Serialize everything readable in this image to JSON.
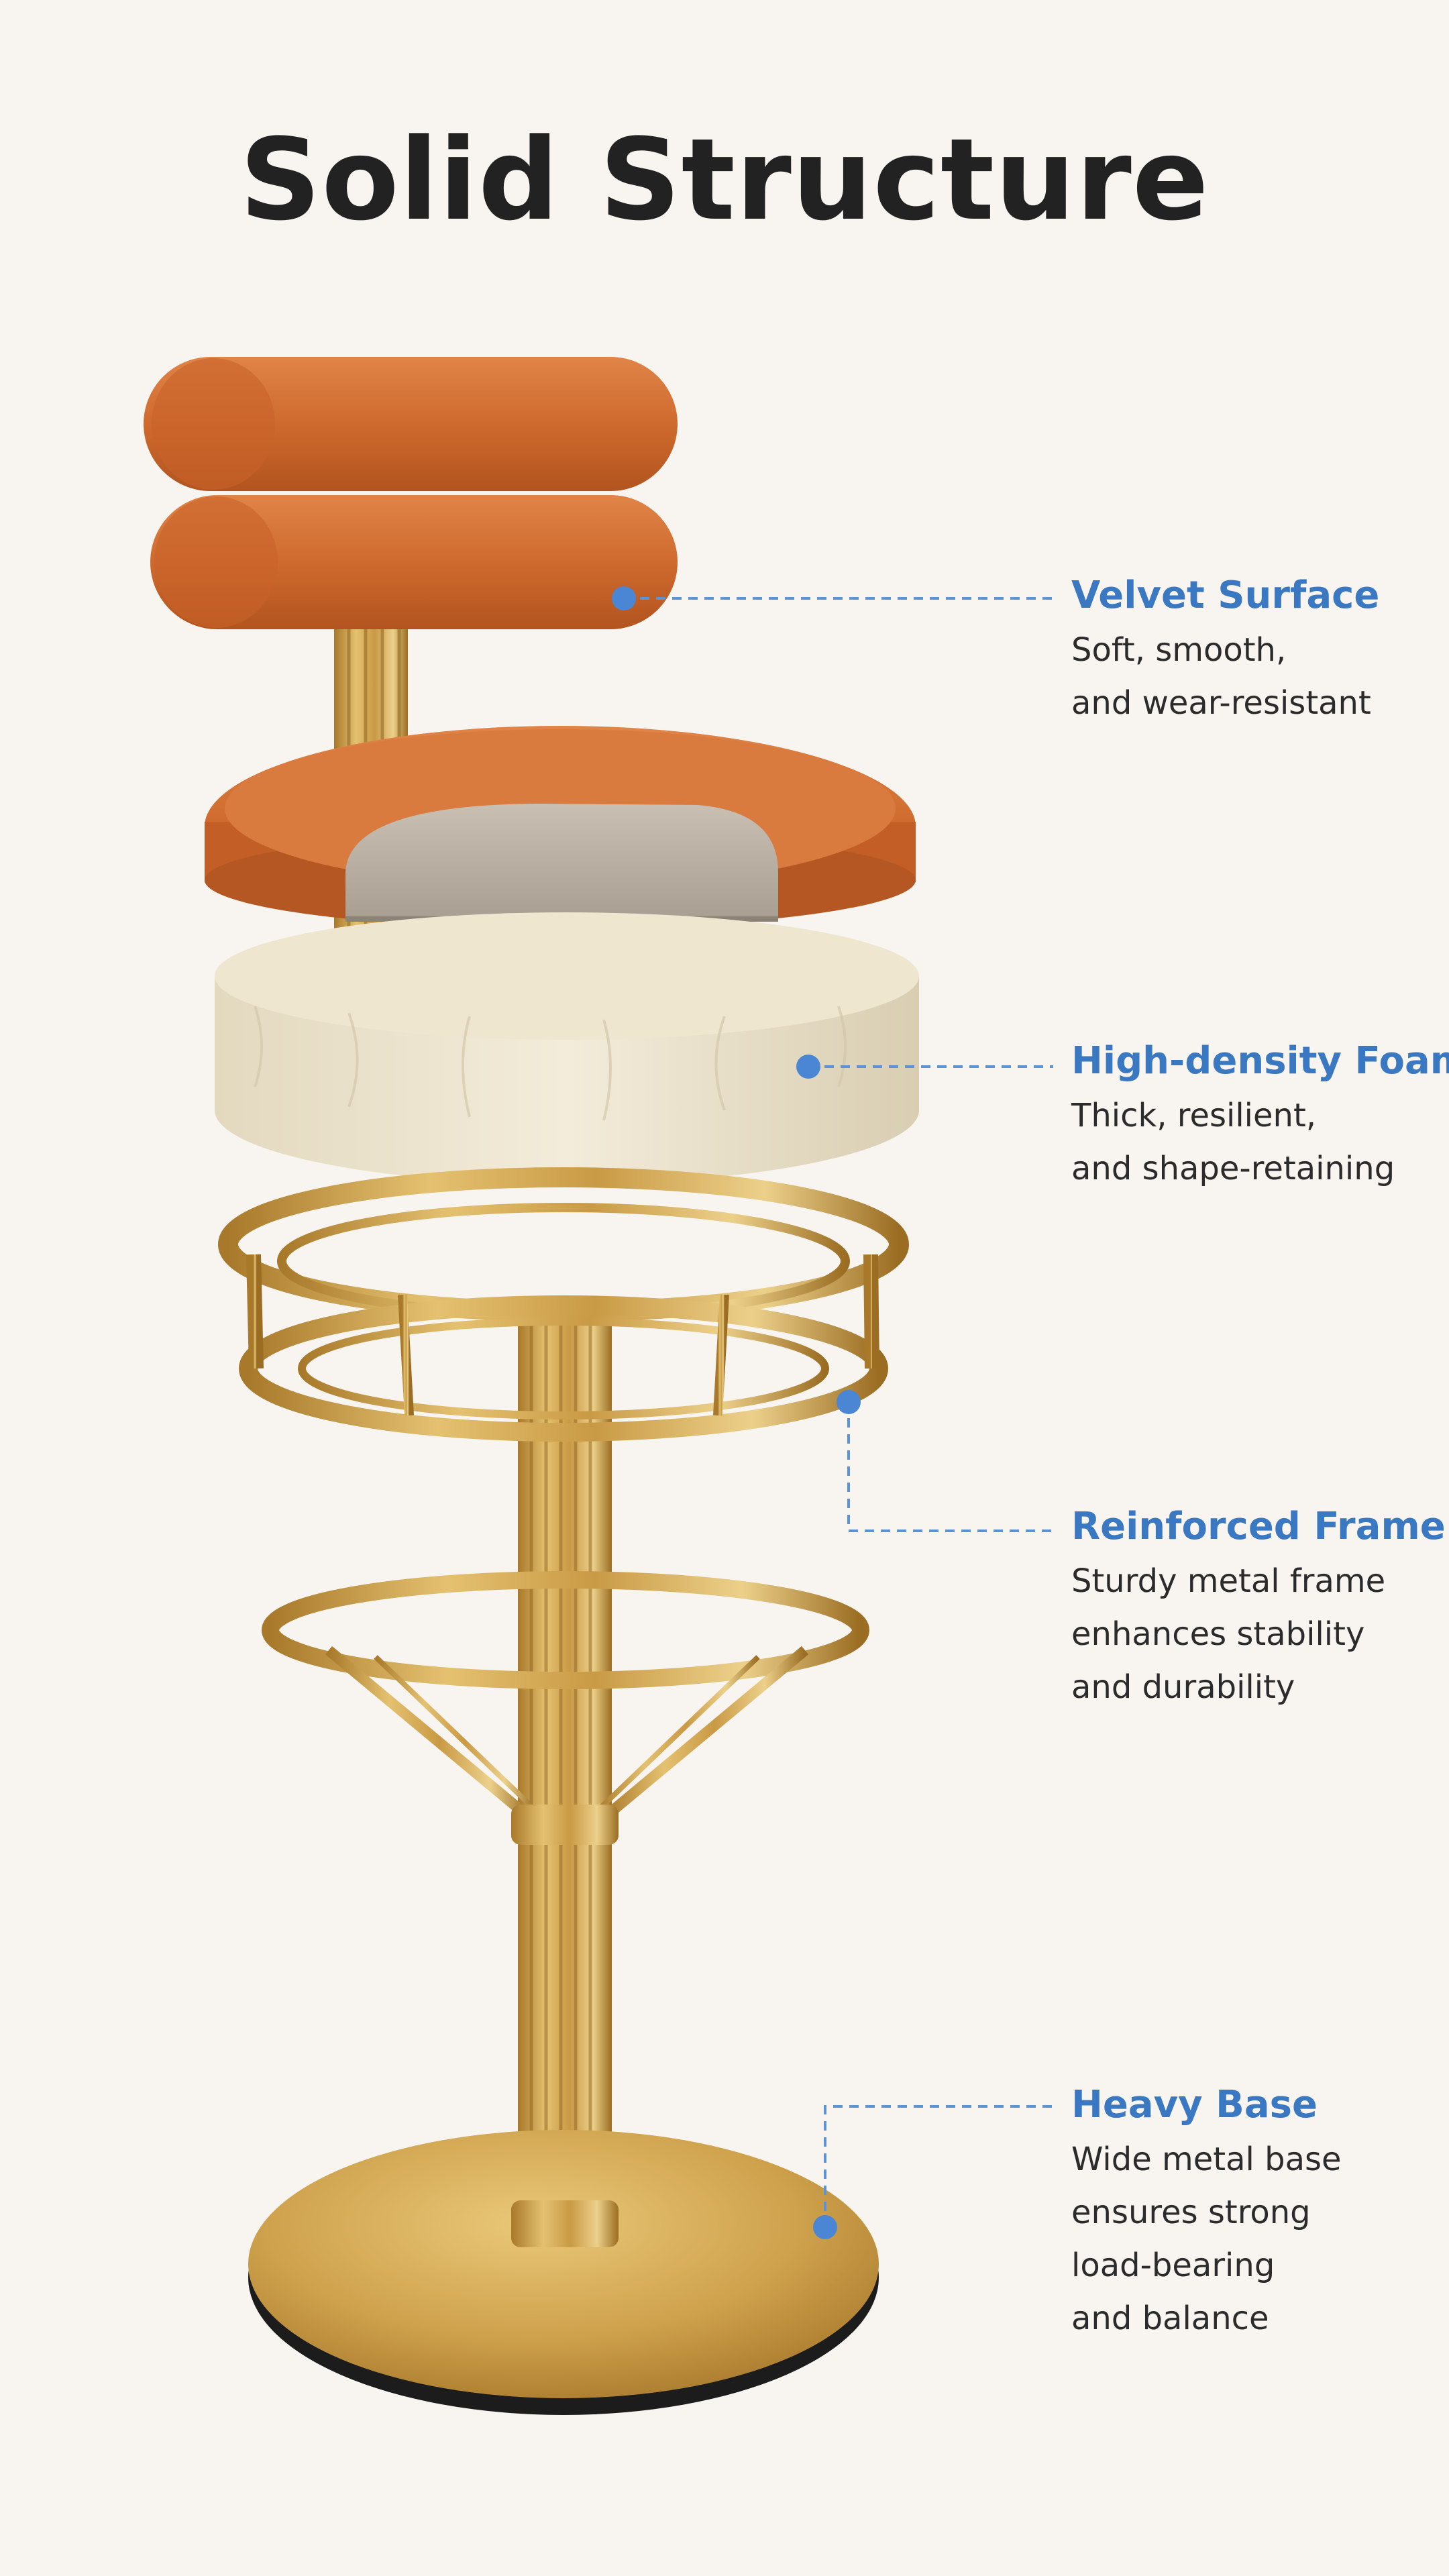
{
  "title": "Solid Structure",
  "accent_color": "#3b78c2",
  "callouts": [
    {
      "heading": "Velvet Surface",
      "lines": [
        "Soft, smooth,",
        "and wear-resistant"
      ]
    },
    {
      "heading": "High-density Foam",
      "lines": [
        "Thick, resilient,",
        "and shape-retaining"
      ]
    },
    {
      "heading": "Reinforced Frame",
      "lines": [
        "Sturdy metal frame",
        "enhances stability",
        "and durability"
      ]
    },
    {
      "heading": "Heavy Base",
      "lines": [
        "Wide metal base",
        "ensures strong",
        "load-bearing",
        "and balance"
      ]
    }
  ]
}
